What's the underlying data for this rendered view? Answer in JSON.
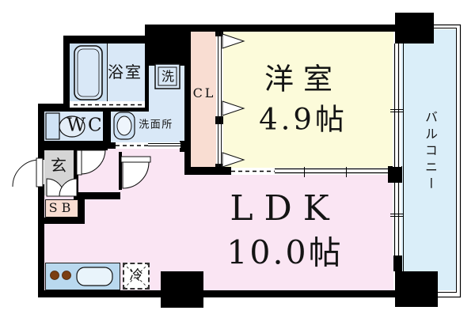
{
  "floor_plan": {
    "rooms": {
      "bathroom": {
        "label": "浴室"
      },
      "washing_machine": {
        "label": "洗"
      },
      "toilet": {
        "label": "WC"
      },
      "washroom": {
        "label": "洗面所"
      },
      "closet": {
        "label": "CL"
      },
      "western_room": {
        "label": "洋室",
        "size": "4.9帖"
      },
      "balcony": {
        "label": "バルコニー"
      },
      "entrance": {
        "label": "玄"
      },
      "shoe_box": {
        "label": "SB"
      },
      "ldk": {
        "label": "LDK",
        "size": "10.0帖"
      },
      "refrigerator": {
        "label": "冷"
      }
    },
    "fixtures": [
      "bathtub",
      "washing-machine-box",
      "toilet",
      "washbasin",
      "kitchen-counter",
      "stove-burners",
      "kitchen-sink",
      "refrigerator-space",
      "folding-closet-door",
      "sliding-window",
      "hinged-door",
      "entrance-door",
      "shoe-box-doors"
    ],
    "colors": {
      "wall": "#000000",
      "water_rooms": "#d9e8f7",
      "bath_niche": "#c9def0",
      "western_room": "#fcfbda",
      "ldk": "#fae5f3",
      "closet": "#f9ddd2",
      "balcony": "#daeef9",
      "entrance_floor": "#d5d5d5",
      "kitchen_counter": "#b9d8ee",
      "burner": "#7b3e12"
    }
  }
}
